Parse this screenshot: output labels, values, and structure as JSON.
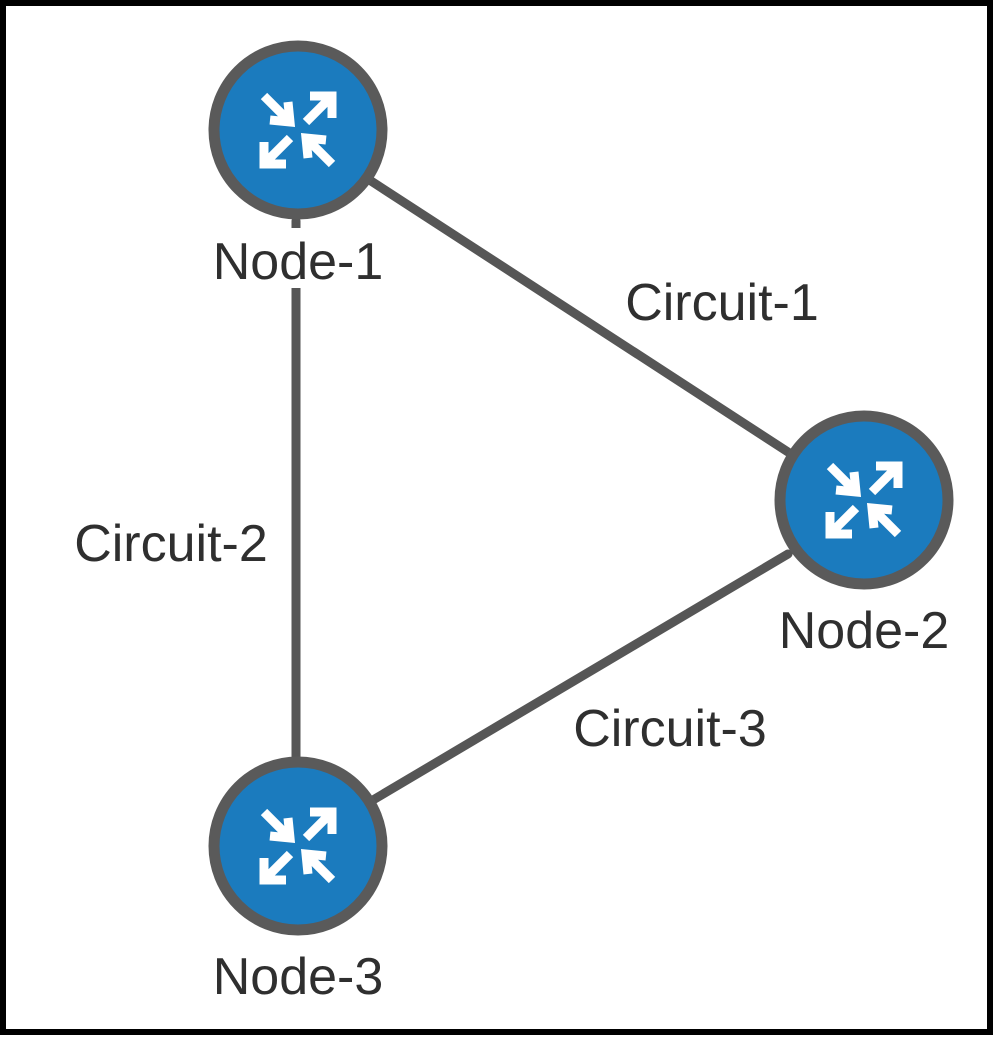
{
  "diagram": {
    "nodes": [
      {
        "id": "node-1",
        "label": "Node-1",
        "icon": "router-icon"
      },
      {
        "id": "node-2",
        "label": "Node-2",
        "icon": "router-icon"
      },
      {
        "id": "node-3",
        "label": "Node-3",
        "icon": "router-icon"
      }
    ],
    "links": [
      {
        "id": "circuit-1",
        "label": "Circuit-1",
        "from": "node-1",
        "to": "node-2"
      },
      {
        "id": "circuit-2",
        "label": "Circuit-2",
        "from": "node-1",
        "to": "node-3"
      },
      {
        "id": "circuit-3",
        "label": "Circuit-3",
        "from": "node-2",
        "to": "node-3"
      }
    ],
    "colors": {
      "node_fill": "#1b7bbe",
      "node_ring": "#5a5a5a",
      "link": "#565656",
      "label_text": "#2f2f2f"
    }
  }
}
